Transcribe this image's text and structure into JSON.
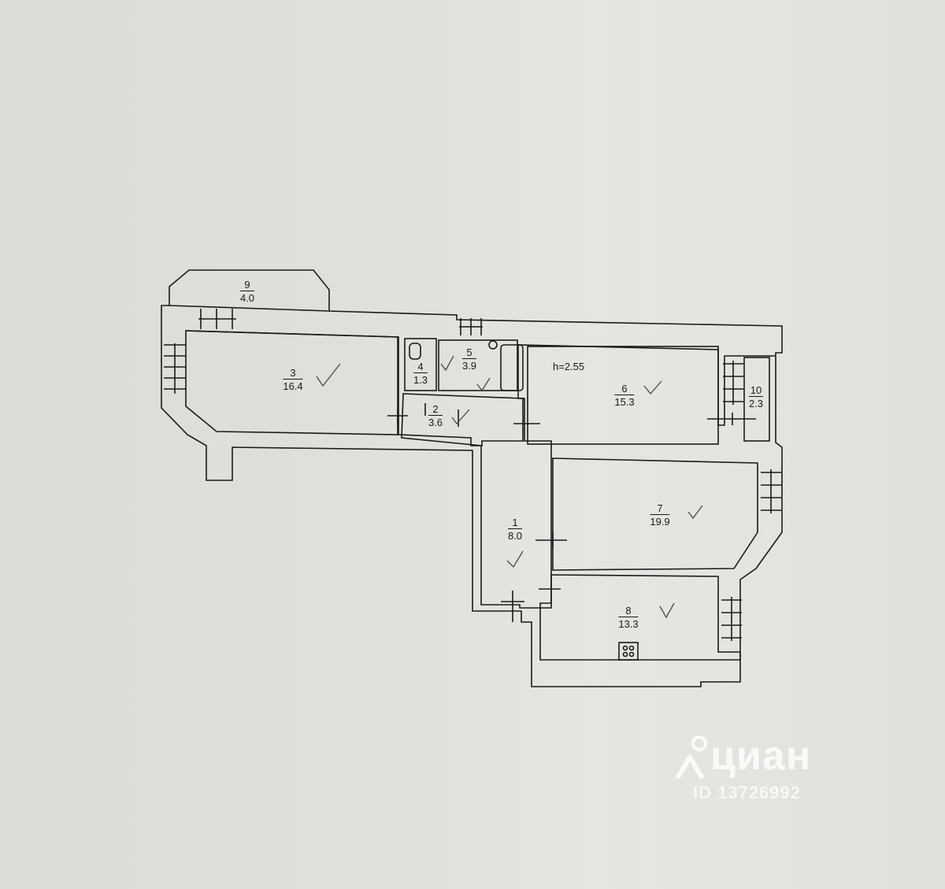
{
  "plan": {
    "ceiling_height": "h=2.55",
    "rooms": [
      {
        "id": "room-1",
        "number": "1",
        "area": "8.0"
      },
      {
        "id": "room-2",
        "number": "2",
        "area": "3.6"
      },
      {
        "id": "room-3",
        "number": "3",
        "area": "16.4"
      },
      {
        "id": "room-4",
        "number": "4",
        "area": "1.3"
      },
      {
        "id": "room-5",
        "number": "5",
        "area": "3.9"
      },
      {
        "id": "room-6",
        "number": "6",
        "area": "15.3"
      },
      {
        "id": "room-7",
        "number": "7",
        "area": "19.9"
      },
      {
        "id": "room-8",
        "number": "8",
        "area": "13.3"
      },
      {
        "id": "room-9",
        "number": "9",
        "area": "4.0"
      },
      {
        "id": "room-10",
        "number": "10",
        "area": "2.3"
      }
    ]
  },
  "watermark": {
    "brand": "циан",
    "listing_id": "ID 13726992",
    "icon": "location-pin-house-icon"
  }
}
